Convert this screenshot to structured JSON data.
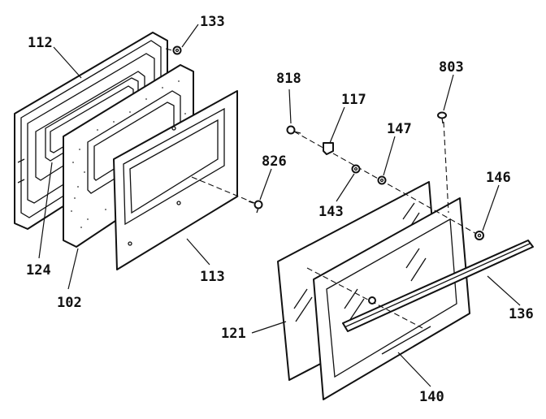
{
  "callouts": [
    {
      "id": "112",
      "text": "112"
    },
    {
      "id": "133",
      "text": "133"
    },
    {
      "id": "818",
      "text": "818"
    },
    {
      "id": "803",
      "text": "803"
    },
    {
      "id": "117",
      "text": "117"
    },
    {
      "id": "147",
      "text": "147"
    },
    {
      "id": "826",
      "text": "826"
    },
    {
      "id": "146",
      "text": "146"
    },
    {
      "id": "143",
      "text": "143"
    },
    {
      "id": "124",
      "text": "124"
    },
    {
      "id": "113",
      "text": "113"
    },
    {
      "id": "102",
      "text": "102"
    },
    {
      "id": "121",
      "text": "121"
    },
    {
      "id": "136",
      "text": "136"
    },
    {
      "id": "140",
      "text": "140"
    }
  ]
}
